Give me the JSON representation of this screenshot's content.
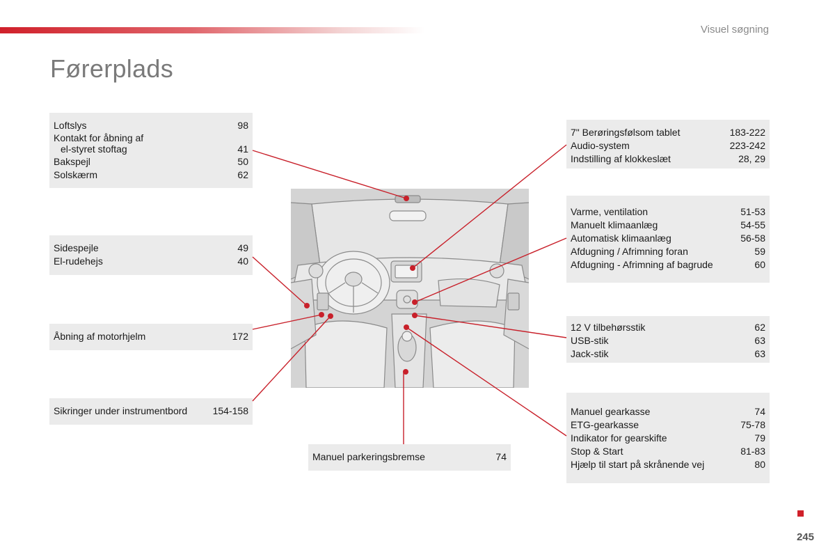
{
  "header": {
    "section_title": "Visuel søgning",
    "page_title": "Førerplads"
  },
  "boxes": {
    "loftslys": [
      {
        "label": "Loftslys",
        "page": "98"
      },
      {
        "label": "Kontakt for åbning af",
        "page": ""
      },
      {
        "label": "el-styret stoftag",
        "page": "41"
      },
      {
        "label": "Bakspejl",
        "page": "50"
      },
      {
        "label": "Solskærm",
        "page": "62"
      }
    ],
    "sidespejle": [
      {
        "label": "Sidespejle",
        "page": "49"
      },
      {
        "label": "El-rudehejs",
        "page": "40"
      }
    ],
    "motorhjelm": [
      {
        "label": "Åbning af motorhjelm",
        "page": "172"
      }
    ],
    "sikringer": [
      {
        "label": "Sikringer under instrumentbord",
        "page": "154-158"
      }
    ],
    "parkering": [
      {
        "label": "Manuel parkeringsbremse",
        "page": "74"
      }
    ],
    "tablet": [
      {
        "label": "7\" Berøringsfølsom tablet",
        "page": "183-222"
      },
      {
        "label": "Audio-system",
        "page": "223-242"
      },
      {
        "label": "Indstilling af klokkeslæt",
        "page": "28, 29"
      }
    ],
    "varme": [
      {
        "label": "Varme, ventilation",
        "page": "51-53"
      },
      {
        "label": "Manuelt klimaanlæg",
        "page": "54-55"
      },
      {
        "label": "Automatisk klimaanlæg",
        "page": "56-58"
      },
      {
        "label": "Afdugning / Afrimning foran",
        "page": "59"
      },
      {
        "label": "Afdugning - Afrimning af bagrude",
        "page": "60"
      }
    ],
    "tilbehor": [
      {
        "label": "12 V tilbehørsstik",
        "page": "62"
      },
      {
        "label": "USB-stik",
        "page": "63"
      },
      {
        "label": "Jack-stik",
        "page": "63"
      }
    ],
    "gearkasse": [
      {
        "label": "Manuel gearkasse",
        "page": "74"
      },
      {
        "label": "ETG-gearkasse",
        "page": "75-78"
      },
      {
        "label": "Indikator for gearskifte",
        "page": "79"
      },
      {
        "label": "Stop & Start",
        "page": "81-83"
      },
      {
        "label": "Hjælp til start på skrånende vej",
        "page": "80"
      }
    ]
  },
  "footer": {
    "page_number": "245"
  },
  "colors": {
    "accent": "#d0202a",
    "box_bg": "#ebebeb",
    "leader": "#c8202a"
  }
}
